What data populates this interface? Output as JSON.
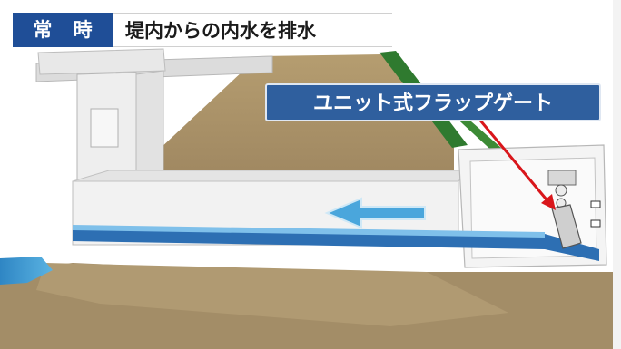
{
  "header": {
    "mode_label": "常 時",
    "description": "堤内からの内水を排水"
  },
  "callout": {
    "label": "ユニット式フラップゲート"
  },
  "icons": {
    "flow_arrow": "left-arrow-icon",
    "pointer_arrow": "pointer-arrow-icon"
  },
  "colors": {
    "header_bg": "#1f4e97",
    "callout_bg": "#2f5f9e",
    "embankment": "#b49a6c",
    "grass": "#2f7a2f",
    "water": "#3f97cf",
    "flow_arrow": "#4aa6dc",
    "pointer": "#d9161b"
  }
}
